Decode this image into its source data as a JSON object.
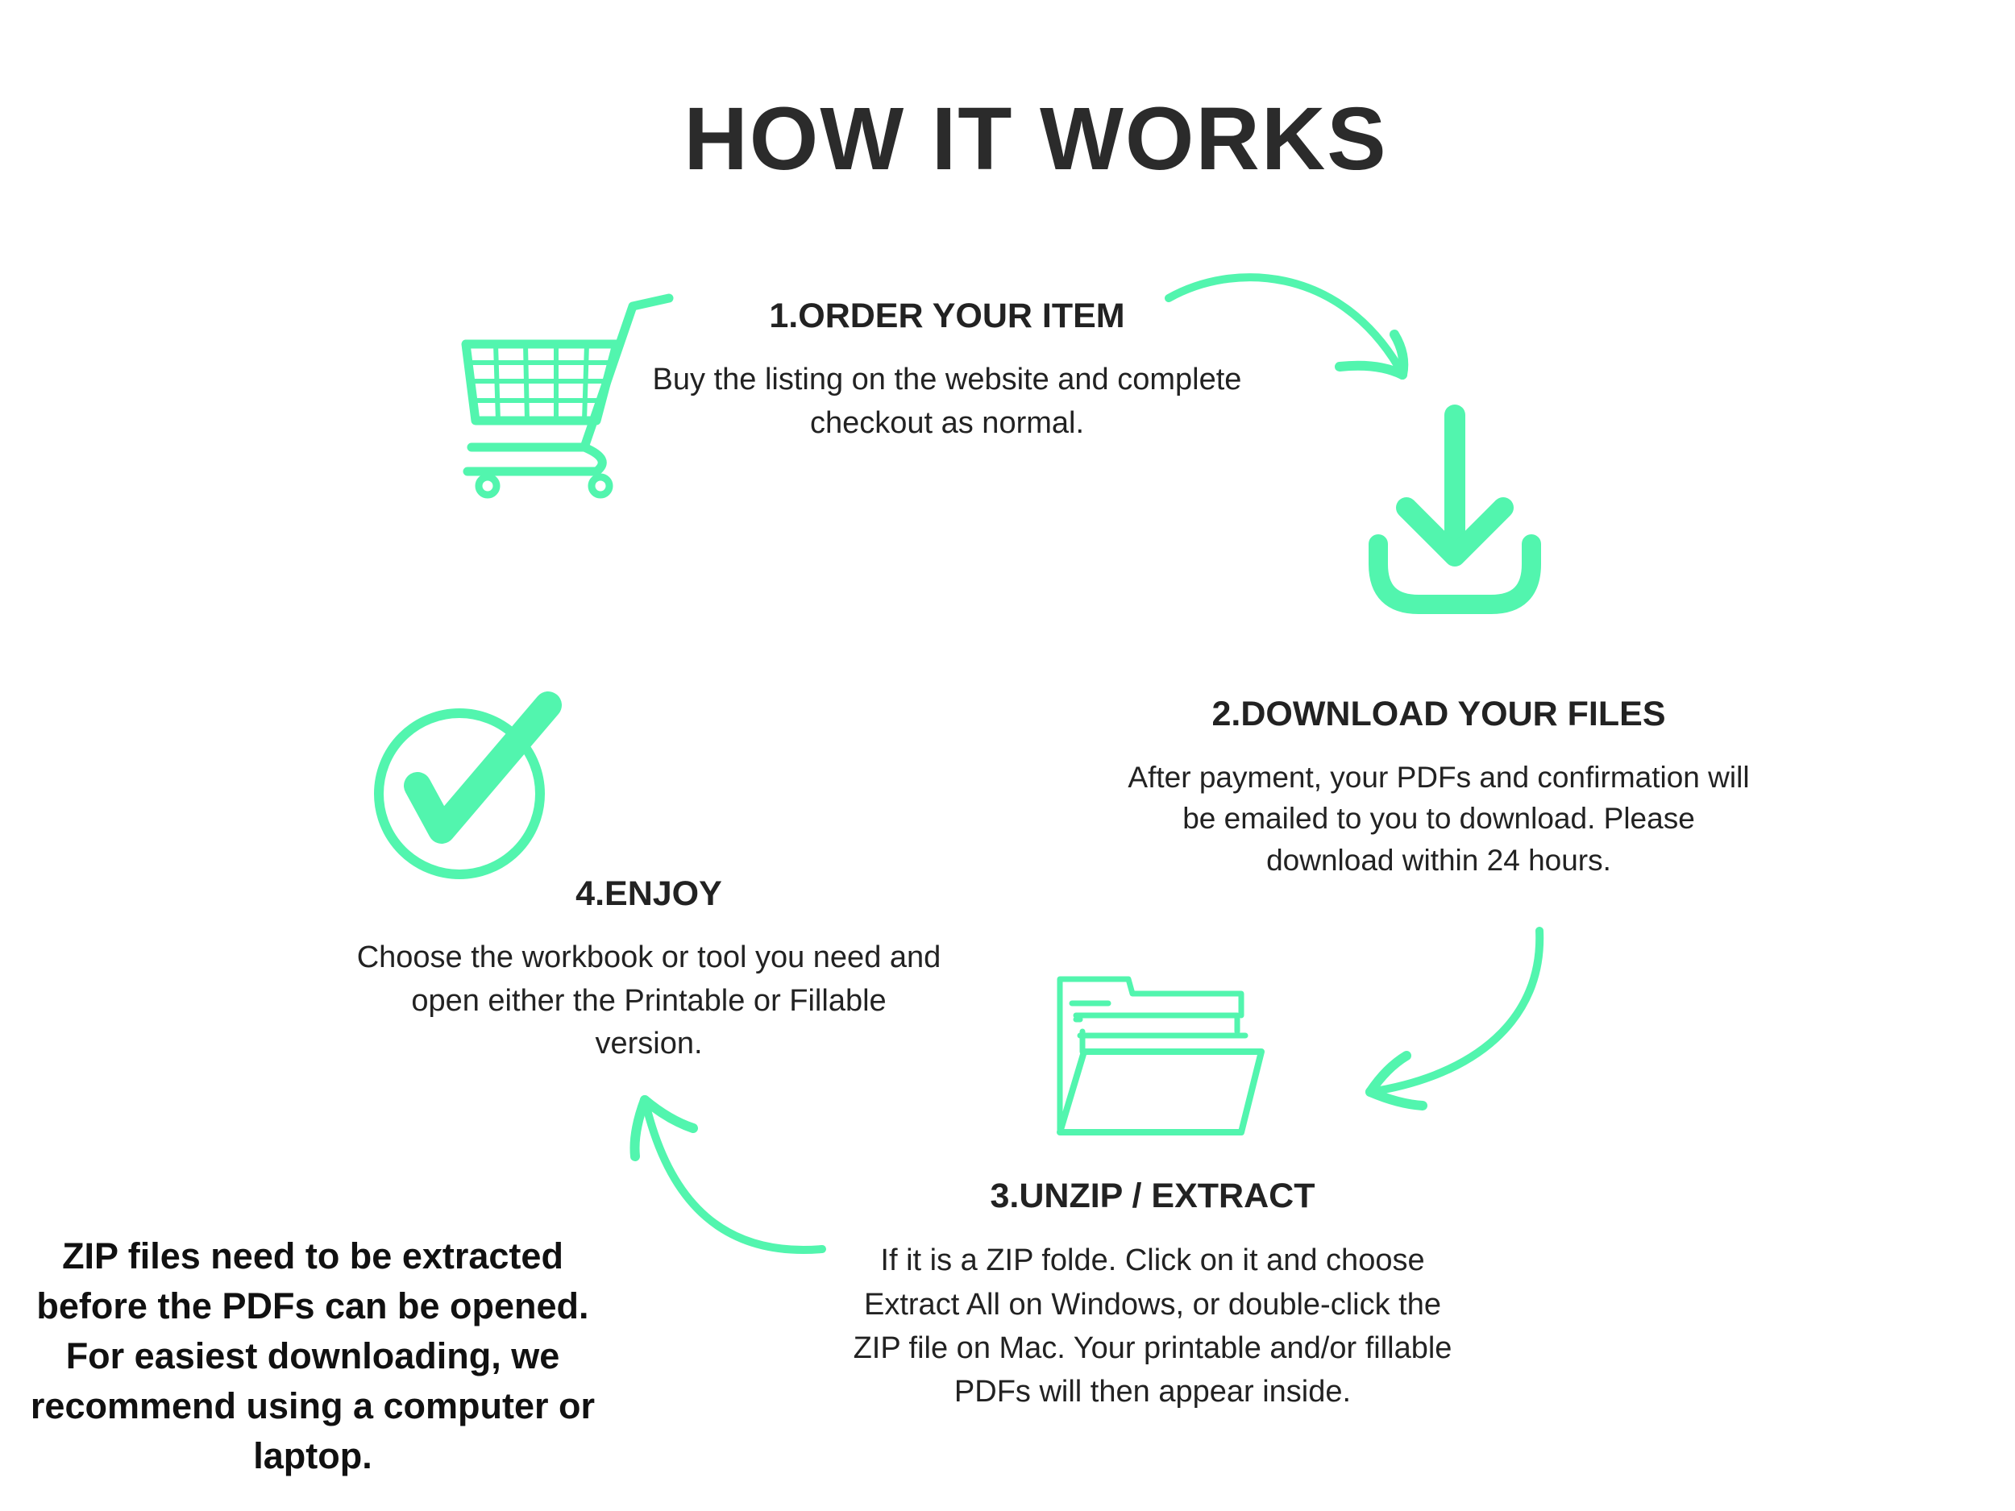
{
  "title": "HOW IT WORKS",
  "accent_color": "#52f5ae",
  "steps": [
    {
      "title": "1.ORDER YOUR ITEM",
      "description": "Buy the listing on the website and complete checkout as normal.",
      "icon": "shopping-cart-icon"
    },
    {
      "title": "2.DOWNLOAD YOUR FILES",
      "description": "After payment, your PDFs and confirmation will be emailed to you to download. Please download within 24 hours.",
      "icon": "download-icon"
    },
    {
      "title": "3.UNZIP / EXTRACT",
      "description": "If it is a ZIP folde. Click on it and choose Extract All on Windows, or double-click the ZIP file on Mac. Your printable and/or fillable PDFs will then appear inside.",
      "icon": "folder-icon"
    },
    {
      "title": "4.ENJOY",
      "description": "Choose the workbook or tool you need and open either the Printable or Fillable version.",
      "icon": "checkmark-circle-icon"
    }
  ],
  "note": "ZIP files need to be extracted before the PDFs can be opened. For easiest downloading, we recommend using a computer or laptop."
}
